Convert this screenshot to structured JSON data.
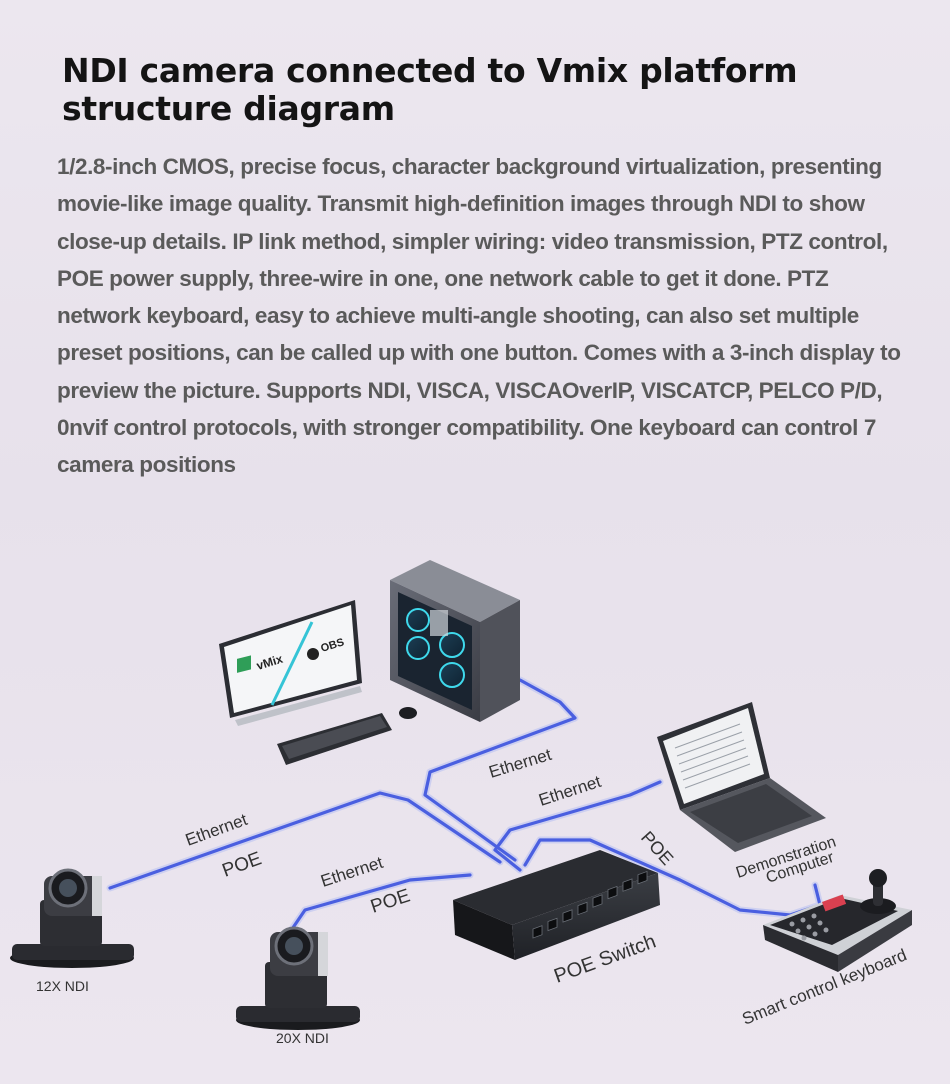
{
  "title": "NDI camera connected to Vmix platform structure diagram",
  "description": "1/2.8-inch CMOS, precise focus, character background virtualization, presenting movie-like image quality. Transmit high-definition images through NDI to show close-up details. IP link method, simpler wiring: video transmission, PTZ control, POE power supply, three-wire in one, one network cable to get it done. PTZ network keyboard, easy to achieve multi-angle shooting, can also set multiple preset positions, can be called up with one button. Comes with a 3-inch display to preview the picture. Supports NDI, VISCA, VISCAOverIP, VISCATCP, PELCO P/D, 0nvif control protocols, with stronger compatibility. One keyboard can control 7 camera positions",
  "monitor": {
    "left_logo": "vMix",
    "right_logo": "OBS"
  },
  "cables": {
    "pc_ethernet": "Ethernet",
    "laptop_ethernet": "Ethernet",
    "cam1_ethernet": "Ethernet",
    "cam1_poe": "POE",
    "cam2_ethernet": "Ethernet",
    "cam2_poe": "POE",
    "keyboard_poe": "POE"
  },
  "devices": {
    "camera1": "12X  NDI",
    "camera2": "20X  NDI",
    "switch": "POE Switch",
    "laptop_line1": "Demonstration",
    "laptop_line2": "Computer",
    "keyboard": "Smart control keyboard"
  },
  "colors": {
    "cable": "#4a5fe0",
    "cable_glow": "#9aa6f2"
  }
}
